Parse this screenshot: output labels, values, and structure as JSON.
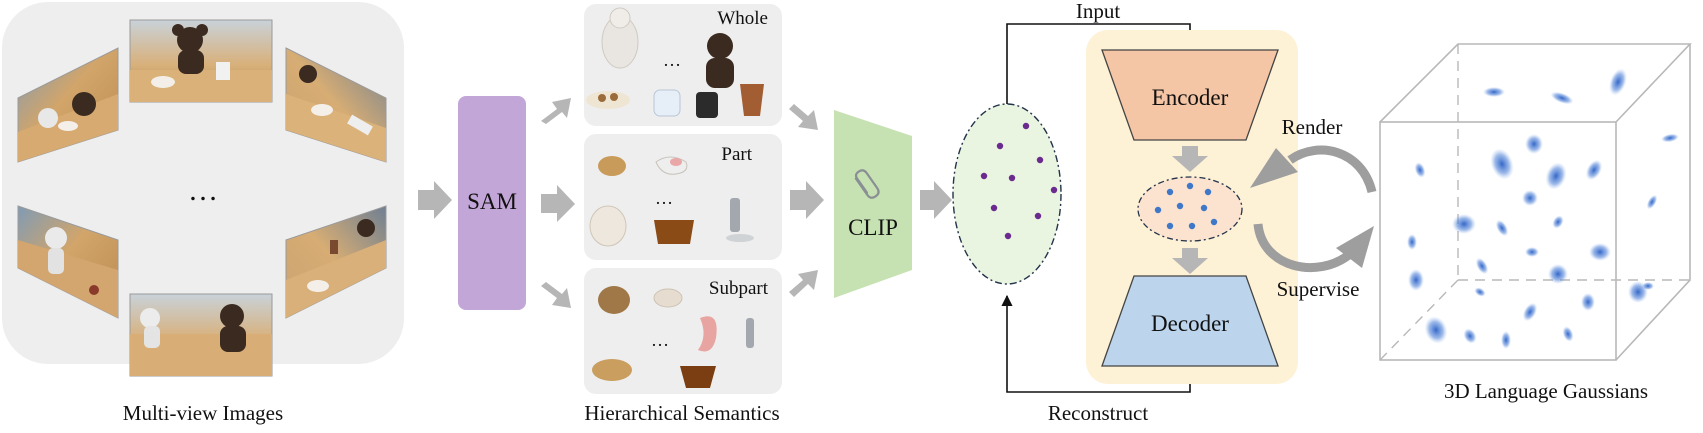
{
  "captions": {
    "multi_view": "Multi-view Images",
    "hierarchical": "Hierarchical Semantics",
    "gaussians": "3D Language Gaussians"
  },
  "blocks": {
    "sam": "SAM",
    "clip": "CLIP",
    "encoder": "Encoder",
    "decoder": "Decoder"
  },
  "levels": {
    "whole": "Whole",
    "part": "Part",
    "subpart": "Subpart"
  },
  "flow": {
    "input": "Input",
    "reconstruct": "Reconstruct",
    "render": "Render",
    "supervise": "Supervise"
  },
  "ellipsis": "…",
  "colors": {
    "sam_fill": "#c3a6d8",
    "clip_fill": "#c6e2b3",
    "encoder_fill": "#f4c6a6",
    "decoder_fill": "#bcd5ec",
    "autoencoder_bg": "#fdf1d6",
    "panel_bg": "#eeeeee",
    "arrow_gray": "#b6b6b6",
    "feature_dot": "#6a2a8e",
    "latent_dot": "#3f78c9",
    "gaussian_blue": "#2f65c7"
  }
}
